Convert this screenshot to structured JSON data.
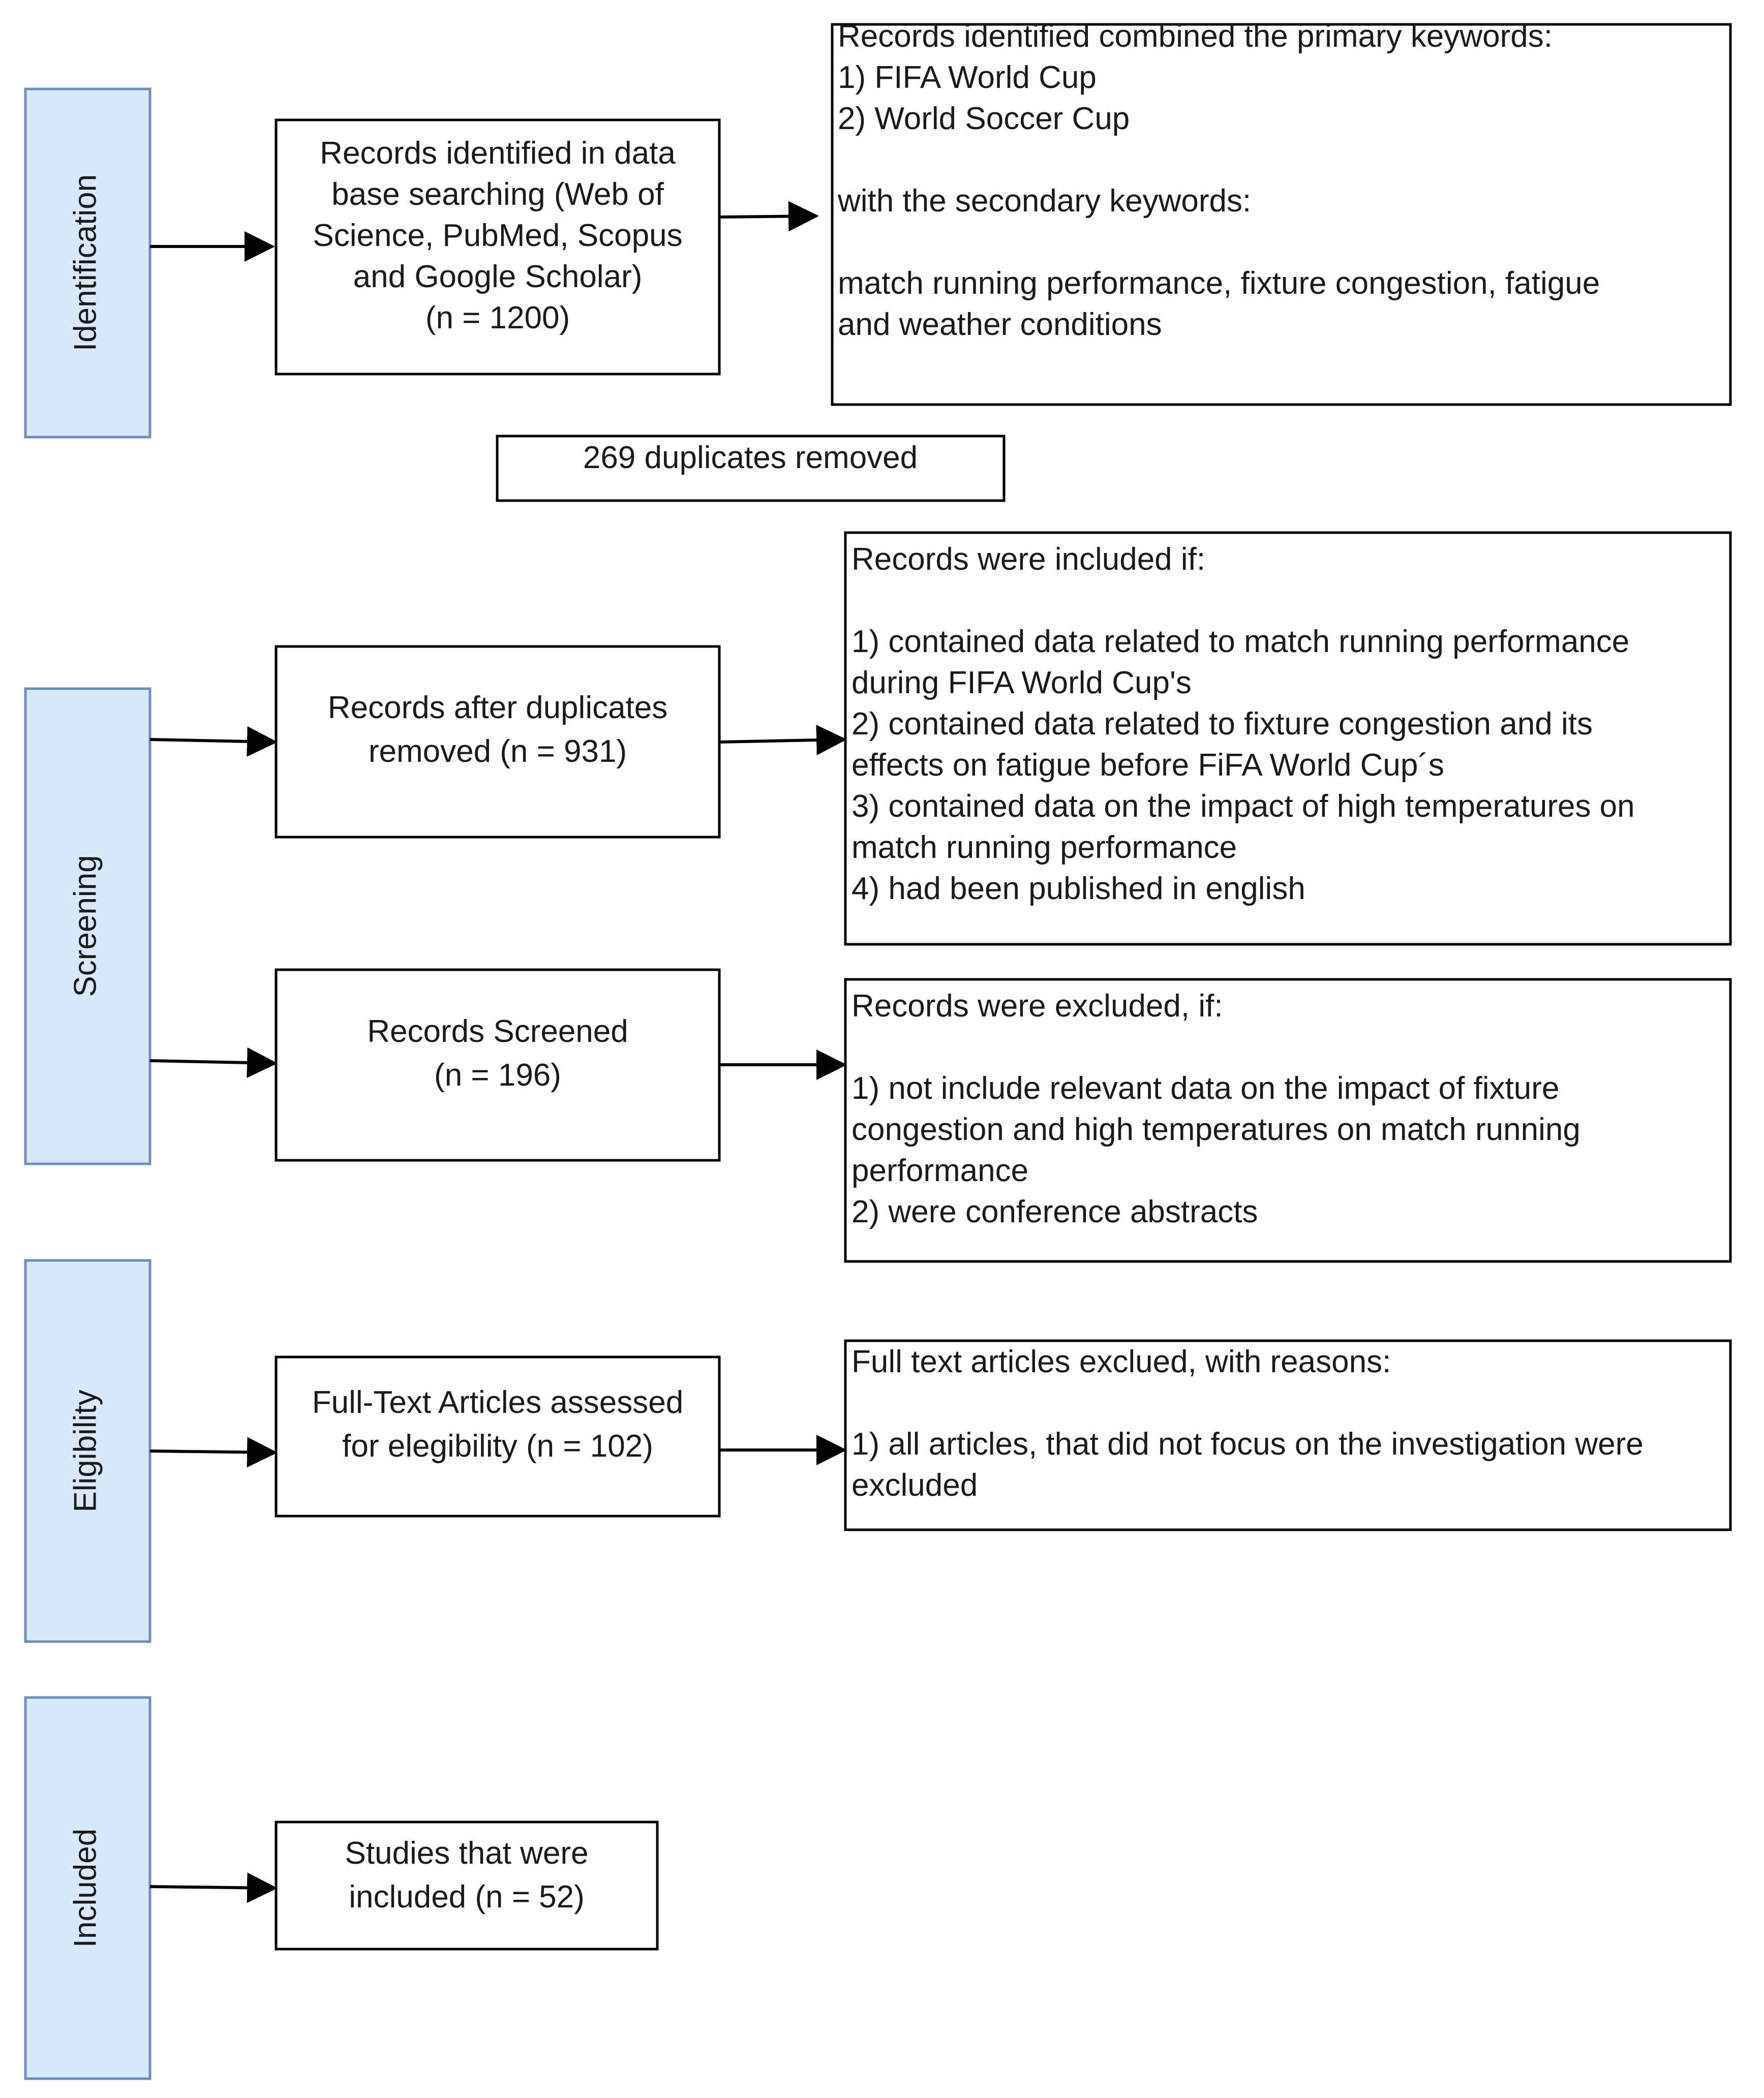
{
  "colors": {
    "phase_fill": "#dae8fc",
    "phase_stroke": "#6c8ebf",
    "box_stroke": "#000000",
    "arrow": "#000000"
  },
  "phases": [
    {
      "id": "identification",
      "label": "Identification"
    },
    {
      "id": "screening",
      "label": "Screening"
    },
    {
      "id": "eligibility",
      "label": "Eligibility"
    },
    {
      "id": "included",
      "label": "Included"
    }
  ],
  "boxes": {
    "records_identified": {
      "lines": [
        "Records identified in data",
        "base searching (Web of",
        "Science, PubMed, Scopus",
        "and Google Scholar)",
        "(n = 1200)"
      ]
    },
    "keywords": {
      "lines": [
        "Records identified combined the primary keywords:",
        "1) FIFA World Cup",
        "2) World Soccer Cup",
        "",
        "with the secondary keywords:",
        "",
        "match running performance, fixture congestion, fatigue",
        "and weather conditions"
      ]
    },
    "duplicates_removed": {
      "lines": [
        "269 duplicates removed"
      ]
    },
    "after_duplicates": {
      "lines": [
        "Records after duplicates",
        "removed (n = 931)"
      ]
    },
    "inclusion_criteria": {
      "lines": [
        "Records were included if:",
        "",
        "1) contained data related to match running performance",
        "during FIFA World Cup's",
        "2) contained data related to fixture congestion and its",
        "effects on fatigue before FiFA World Cup´s",
        "3) contained data on the impact of high temperatures on",
        "match running performance",
        "4) had been published in english"
      ]
    },
    "records_screened": {
      "lines": [
        "Records Screened",
        "(n = 196)"
      ]
    },
    "exclusion_criteria": {
      "lines": [
        "Records were excluded, if:",
        "",
        "1) not include relevant data on the impact of fixture",
        "congestion and high temperatures on match running",
        "performance",
        "2) were conference abstracts"
      ]
    },
    "full_text_assessed": {
      "lines": [
        "Full-Text Articles assessed",
        "for elegibility (n = 102)"
      ]
    },
    "full_text_excluded": {
      "lines": [
        "Full text articles exclued, with reasons:",
        "",
        "1) all articles, that did not focus on the investigation were",
        "excluded"
      ]
    },
    "studies_included": {
      "lines": [
        "Studies that were",
        "included (n = 52)"
      ]
    }
  }
}
